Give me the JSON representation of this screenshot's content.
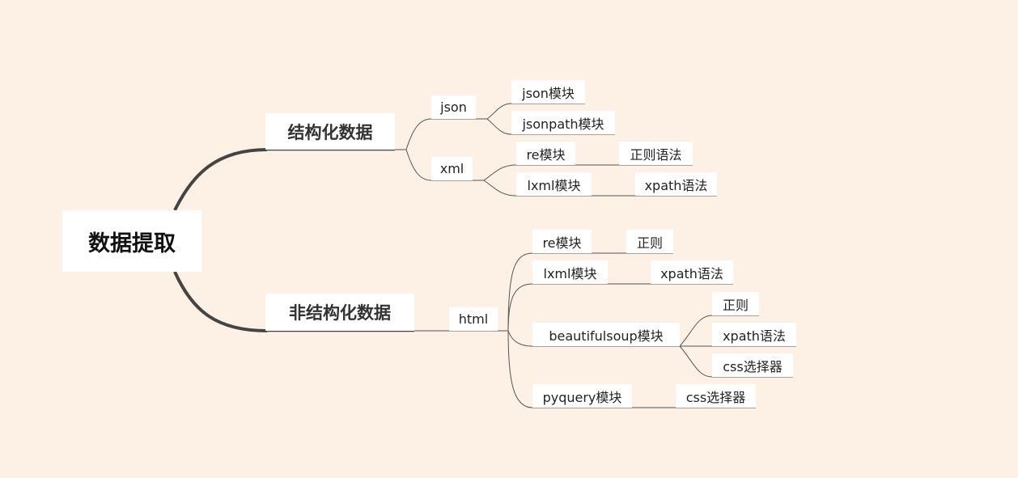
{
  "colors": {
    "background": "#fdf0e4",
    "node": "#ffffff",
    "line": "#444444"
  },
  "root": {
    "label": "数据提取"
  },
  "structured": {
    "label": "结构化数据",
    "json": {
      "label": "json",
      "children": [
        "json模块",
        "jsonpath模块"
      ]
    },
    "xml": {
      "label": "xml",
      "re": {
        "label": "re模块",
        "child": "正则语法"
      },
      "lxml": {
        "label": "lxml模块",
        "child": "xpath语法"
      }
    }
  },
  "unstructured": {
    "label": "非结构化数据",
    "html": {
      "label": "html",
      "re": {
        "label": "re模块",
        "child": "正则"
      },
      "lxml": {
        "label": "lxml模块",
        "child": "xpath语法"
      },
      "bs4": {
        "label": "beautifulsoup模块",
        "children": [
          "正则",
          "xpath语法",
          "css选择器"
        ]
      },
      "pyquery": {
        "label": "pyquery模块",
        "child": "css选择器"
      }
    }
  }
}
